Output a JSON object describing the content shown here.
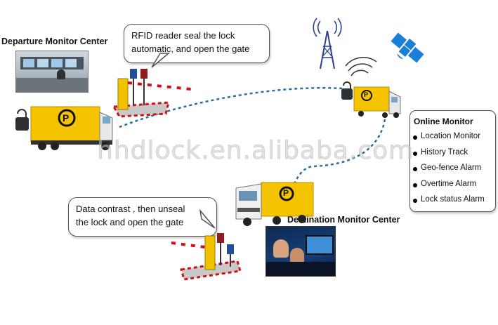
{
  "departure": {
    "title": "Departure Monitor Center",
    "bubble_lines": [
      "RFID reader seal the lock",
      "automatic, and open the gate"
    ]
  },
  "destination": {
    "title": "Destination Monitor Center",
    "bubble_lines": [
      "Data contrast , then unseal",
      "the lock and open the gate"
    ]
  },
  "online_monitor": {
    "title": "Online Monitor",
    "items": [
      "Location Monitor",
      "History Track",
      "Geo-fence Alarm",
      "Overtime Alarm",
      "Lock status Alarm"
    ]
  },
  "watermark": "hhdlock.en.alibaba.com",
  "truck_logo_letter": "P",
  "colors": {
    "truck_yellow": "#f4c400",
    "route_dash": "#2a6f9e",
    "barrier_red": "#d0101a",
    "satellite_blue": "#1a7fd8",
    "tower_blue": "#2a3f8f"
  }
}
